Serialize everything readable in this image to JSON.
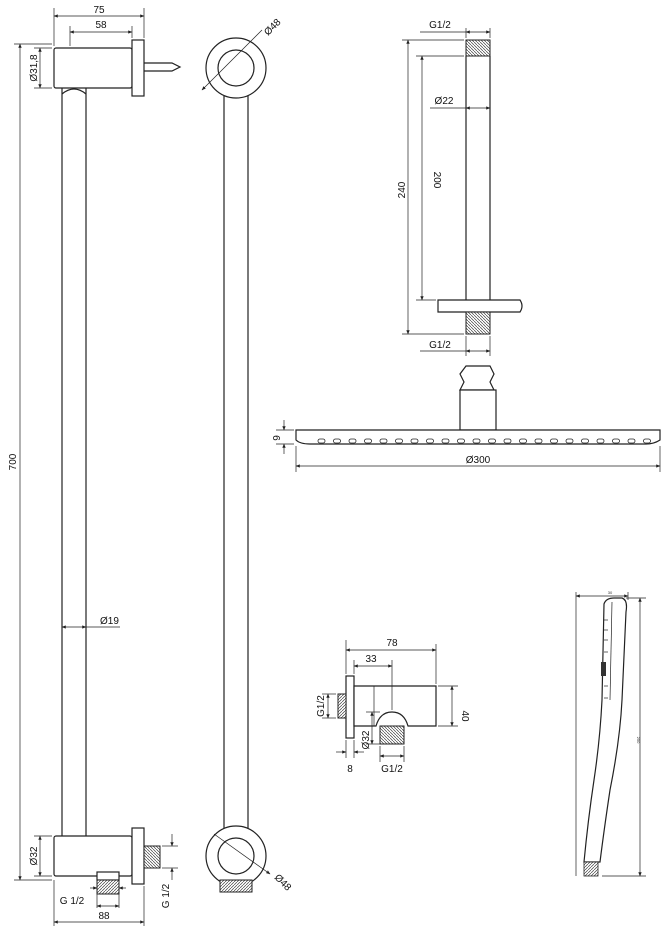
{
  "dimensions": {
    "bar_top_width": "75",
    "bar_top_inner": "58",
    "bar_top_dia": "Ø31,8",
    "bar_length": "700",
    "bar_tube_dia": "Ø19",
    "bar_bottom_dia": "Ø32",
    "bar_bottom_thread": "G 1/2",
    "bar_bottom_width": "88",
    "bar_outlet_thread": "G 1/2",
    "side_top_dia": "Ø48",
    "side_bottom_dia": "Ø48",
    "arm_top_thread": "G1/2",
    "arm_dia": "Ø22",
    "arm_inner_len": "200",
    "arm_total_len": "240",
    "arm_bottom_thread": "G1/2",
    "head_thickness": "9",
    "head_dia": "Ø300",
    "elbow_total": "78",
    "elbow_inner": "33",
    "elbow_thread_left": "G1/2",
    "elbow_height": "40",
    "elbow_outlet_dia": "Ø32",
    "elbow_flange": "8",
    "elbow_thread_bottom": "G1/2",
    "hand_width": "30",
    "hand_length": "250"
  }
}
